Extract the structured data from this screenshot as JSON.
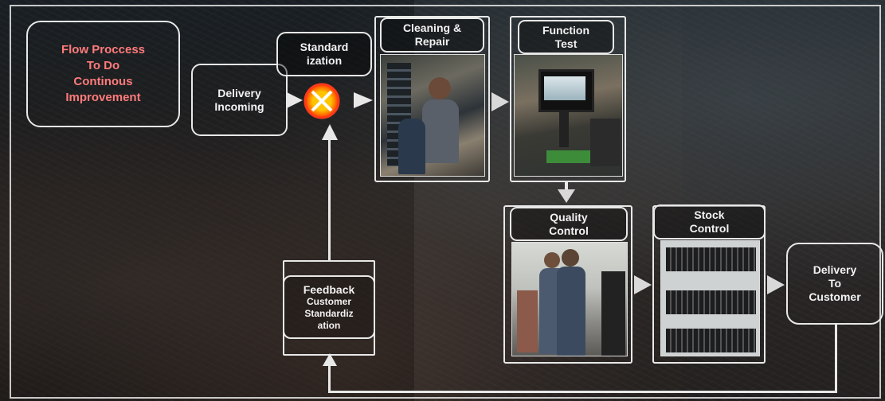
{
  "title": "Flow Proccess\nTo Do\nContinous\nImprovement",
  "steps": {
    "delivery_incoming": "Delivery\nIncoming",
    "standardization": "Standard\nization",
    "cleaning_repair": "Cleaning &\nRepair",
    "function_test": "Function\nTest",
    "quality_control": "Quality\nControl",
    "stock_control": "Stock\nControl",
    "delivery_to_customer": "Delivery\nTo\nCustomer",
    "feedback": {
      "title": "Feedback",
      "subtitle": "Customer\nStandardiz\nation"
    }
  },
  "colors": {
    "title_text": "#ff7b7b",
    "box_border": "#e8e8e8",
    "node_fill": "#ffc400",
    "node_ring": "#ff3a1a"
  }
}
